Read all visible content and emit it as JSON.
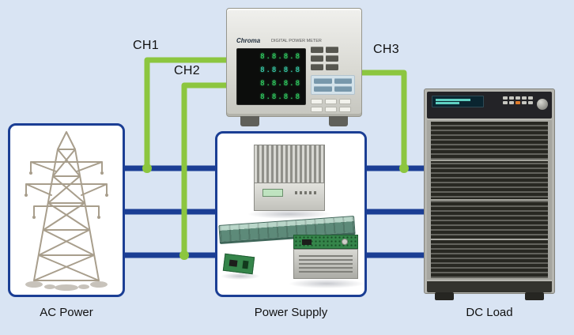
{
  "channels": [
    {
      "label": "CH1"
    },
    {
      "label": "CH2"
    },
    {
      "label": "CH3"
    }
  ],
  "nodes": {
    "ac_power": {
      "label": "AC Power"
    },
    "power_supply": {
      "label": "Power Supply"
    },
    "dc_load": {
      "label": "DC Load"
    }
  },
  "meter": {
    "brand": "Chroma",
    "title": "DIGITAL POWER METER",
    "display_rows": [
      "8.8.8.8",
      "8.8.8.8",
      "8.8.8.8",
      "8.8.8.8"
    ]
  },
  "colors": {
    "background": "#d9e4f3",
    "bus_line": "#1b3e94",
    "channel_wire": "#8cc63f",
    "box_border": "#1b3e94",
    "box_background": "#ffffff"
  }
}
